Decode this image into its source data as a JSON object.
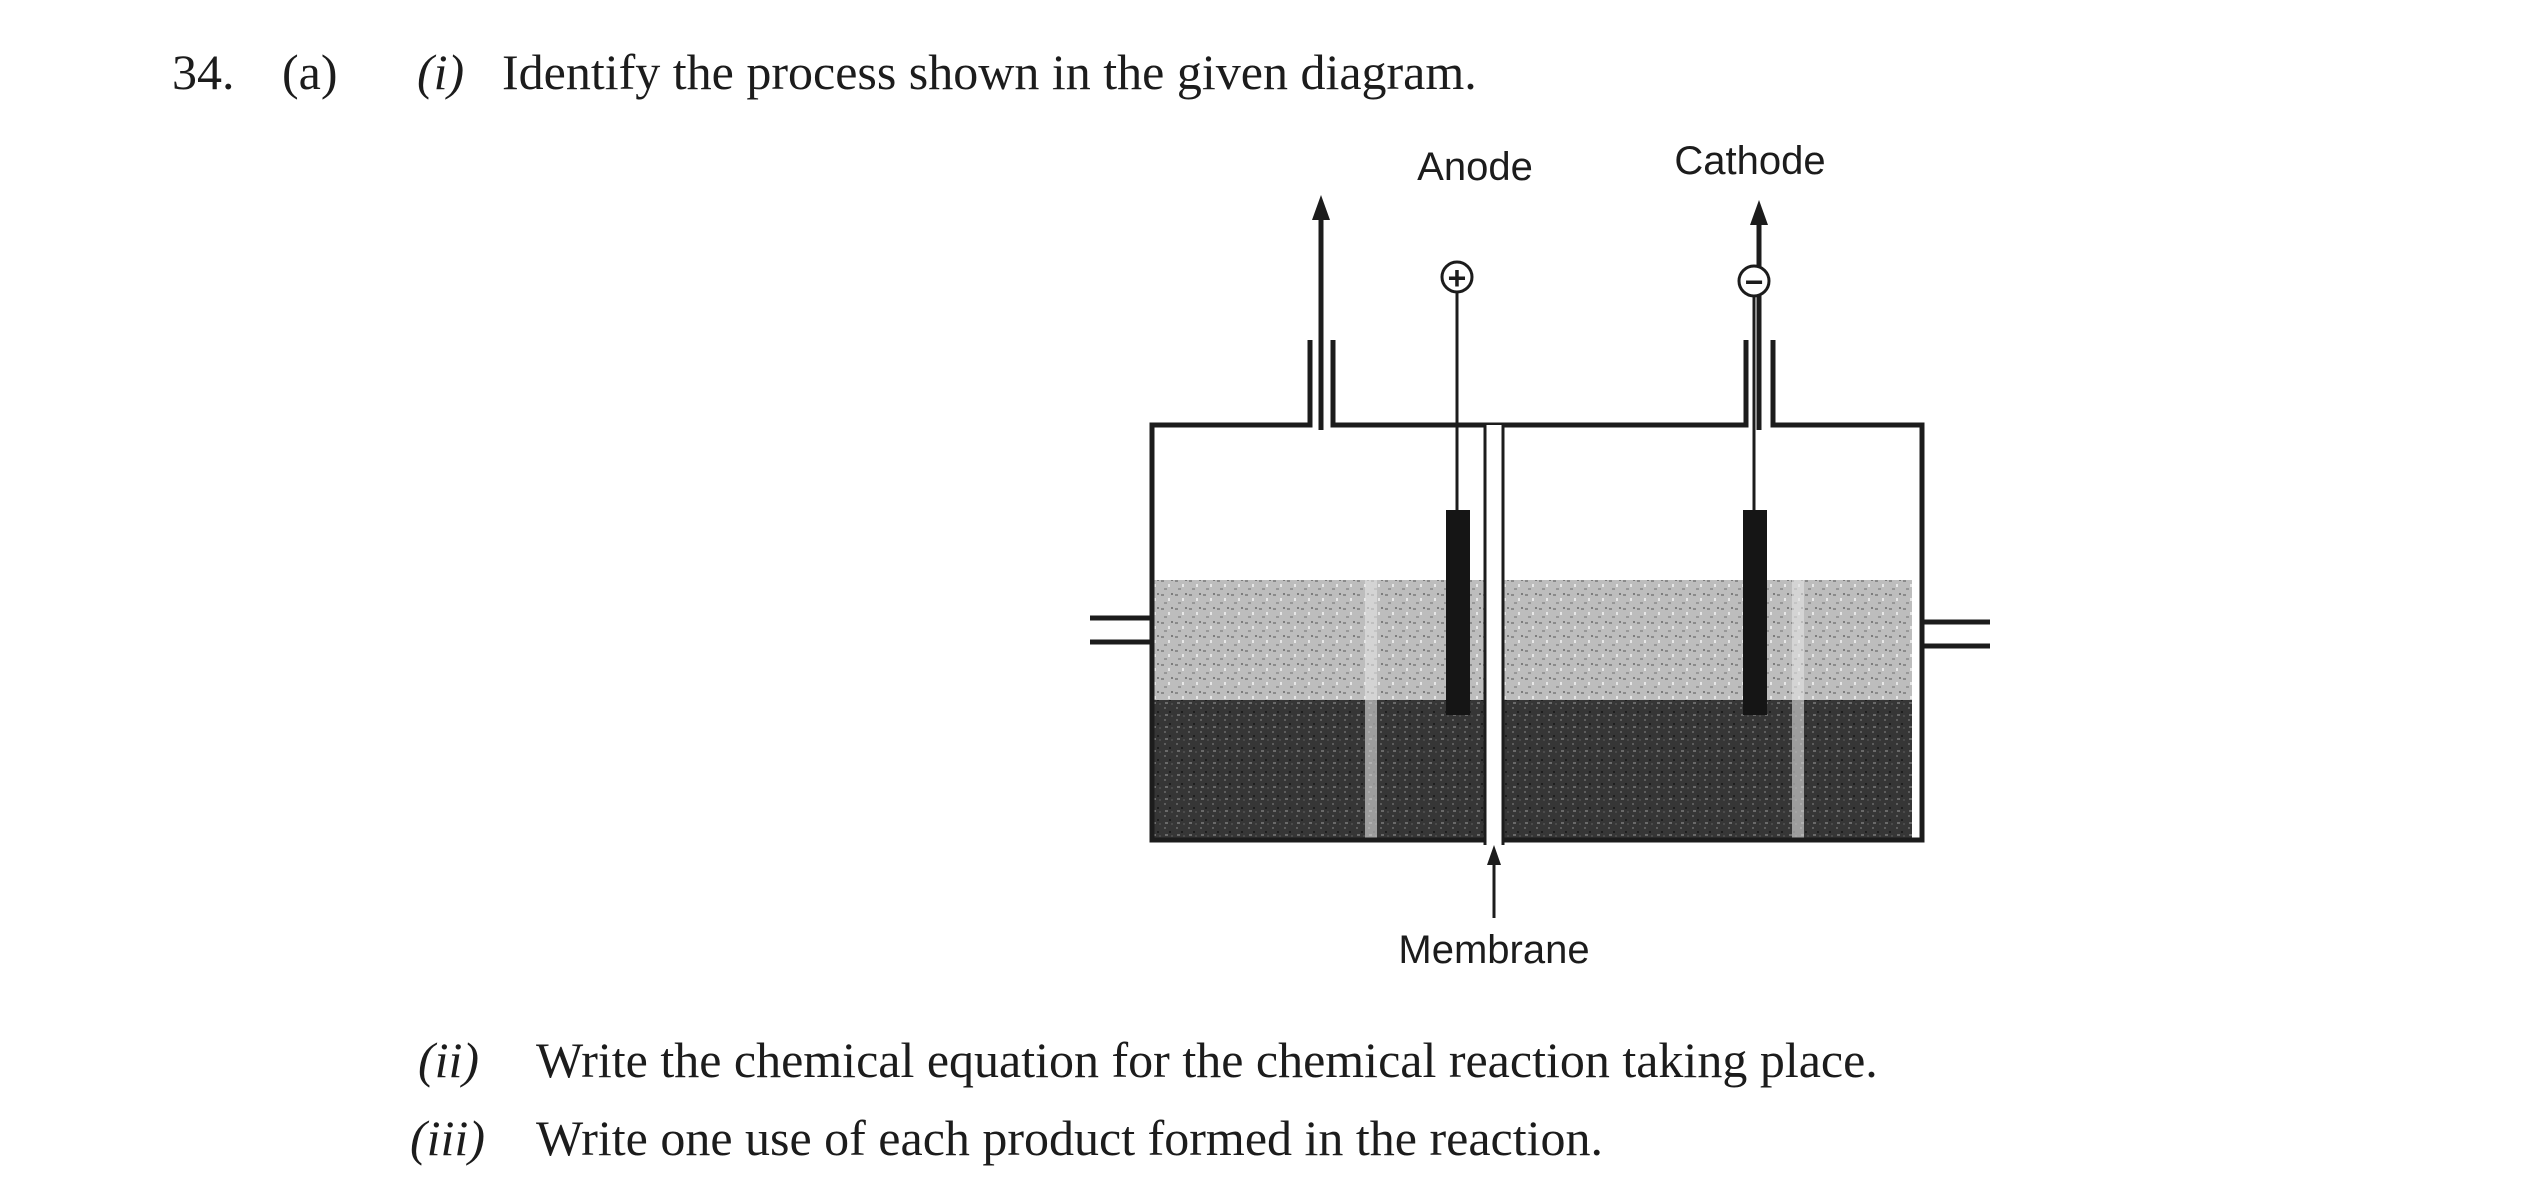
{
  "question": {
    "number": "34.",
    "part": "(a)",
    "items": [
      {
        "roman": "(i)",
        "text": "Identify the process shown in the given diagram."
      },
      {
        "roman": "(ii)",
        "text": "Write the chemical equation for the chemical reaction taking place."
      },
      {
        "roman": "(iii)",
        "text": "Write one use of each product formed in the reaction."
      }
    ]
  },
  "diagram": {
    "labels": {
      "anode": "Anode",
      "cathode": "Cathode",
      "membrane": "Membrane",
      "anode_sign": "+",
      "cathode_sign": "−"
    },
    "colors": {
      "liquid_upper": "#b8b8b8",
      "liquid_lower": "#3a3a3a",
      "electrode": "#151515",
      "outline": "#1c1c1c"
    }
  }
}
